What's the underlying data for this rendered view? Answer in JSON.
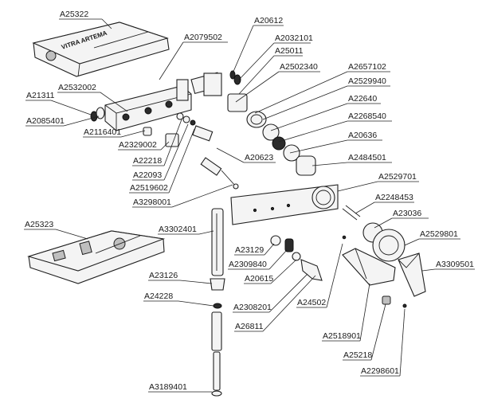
{
  "brand_text": "VITRA ARTEMA",
  "labels": [
    {
      "id": "l1",
      "text": "A25322"
    },
    {
      "id": "l2",
      "text": "A20612"
    },
    {
      "id": "l3",
      "text": "A2079502"
    },
    {
      "id": "l4",
      "text": "A2032101"
    },
    {
      "id": "l5",
      "text": "A25011"
    },
    {
      "id": "l6",
      "text": "A2502340"
    },
    {
      "id": "l7",
      "text": "A2657102"
    },
    {
      "id": "l8",
      "text": "A2532002"
    },
    {
      "id": "l9",
      "text": "A2529940"
    },
    {
      "id": "l10",
      "text": "A21311"
    },
    {
      "id": "l11",
      "text": "A22640"
    },
    {
      "id": "l12",
      "text": "A2085401"
    },
    {
      "id": "l13",
      "text": "A2268540"
    },
    {
      "id": "l14",
      "text": "A2116401"
    },
    {
      "id": "l15",
      "text": "A20636"
    },
    {
      "id": "l16",
      "text": "A2329002"
    },
    {
      "id": "l17",
      "text": "A20623"
    },
    {
      "id": "l18",
      "text": "A2484501"
    },
    {
      "id": "l19",
      "text": "A22218"
    },
    {
      "id": "l20",
      "text": "A22093"
    },
    {
      "id": "l21",
      "text": "A2519602"
    },
    {
      "id": "l22",
      "text": "A2529701"
    },
    {
      "id": "l23",
      "text": "A3298001"
    },
    {
      "id": "l24",
      "text": "A2248453"
    },
    {
      "id": "l25",
      "text": "A23036"
    },
    {
      "id": "l26",
      "text": "A25323"
    },
    {
      "id": "l27",
      "text": "A3302401"
    },
    {
      "id": "l28",
      "text": "A2529801"
    },
    {
      "id": "l29",
      "text": "A23129"
    },
    {
      "id": "l30",
      "text": "A3309501"
    },
    {
      "id": "l31",
      "text": "A2309840"
    },
    {
      "id": "l32",
      "text": "A20615"
    },
    {
      "id": "l33",
      "text": "A23126"
    },
    {
      "id": "l34",
      "text": "A24228"
    },
    {
      "id": "l35",
      "text": "A2308201"
    },
    {
      "id": "l36",
      "text": "A24502"
    },
    {
      "id": "l37",
      "text": "A26811"
    },
    {
      "id": "l38",
      "text": "A2518901"
    },
    {
      "id": "l39",
      "text": "A25218"
    },
    {
      "id": "l40",
      "text": "A2298601"
    },
    {
      "id": "l41",
      "text": "A3189401"
    }
  ]
}
